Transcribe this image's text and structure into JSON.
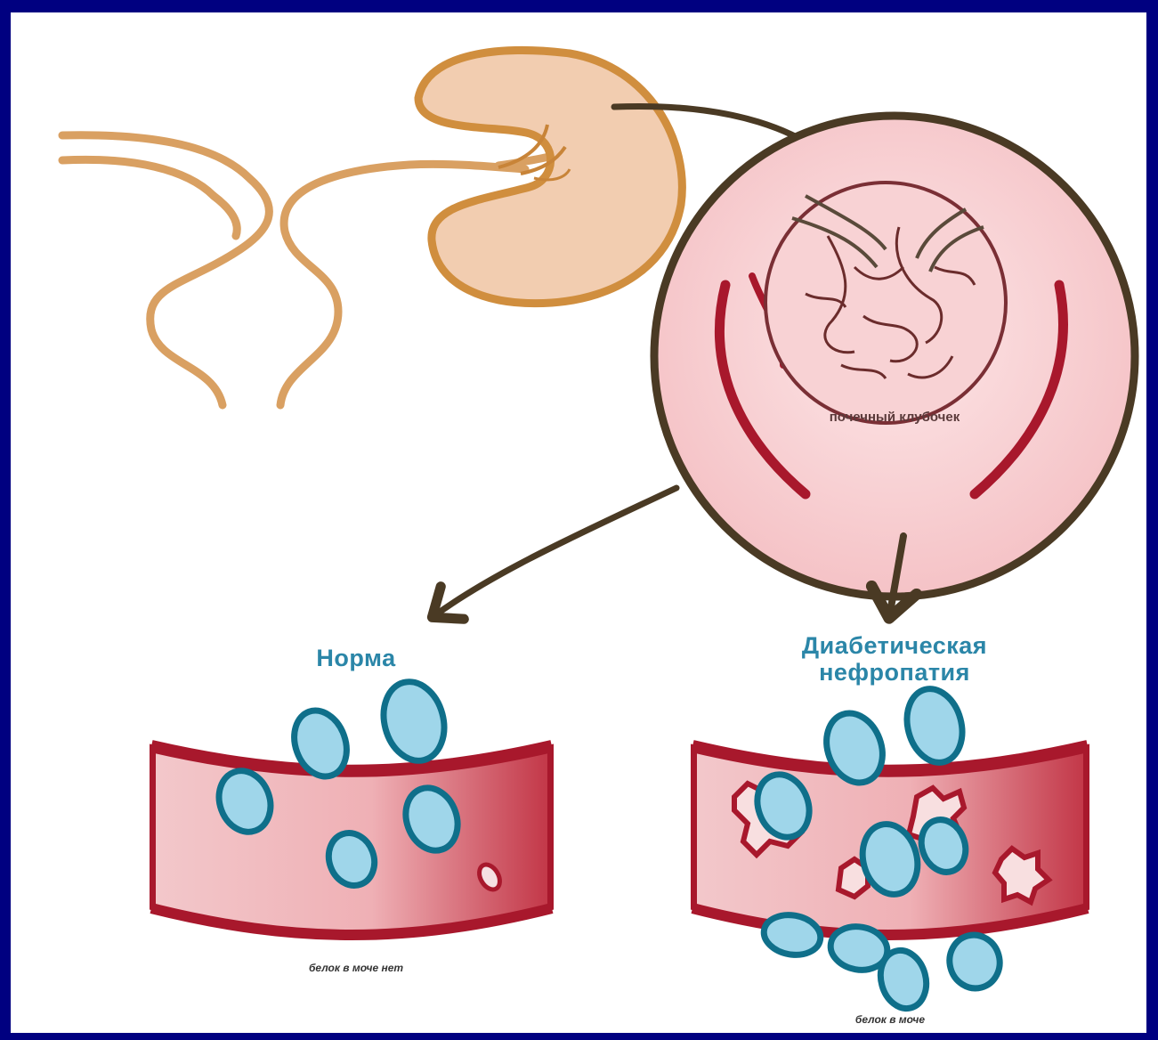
{
  "labels": {
    "glomerulus": "почечный клубочек",
    "normal": "Норма",
    "diabetic_line1": "Диабетическая",
    "diabetic_line2": "нефропатия",
    "normal_caption": "белок в моче нет",
    "diabetic_caption": "белок в моче"
  },
  "colors": {
    "background": "#000080",
    "panel": "#ffffff",
    "kidney_fill": "#f2cdb0",
    "kidney_outline": "#d08e3e",
    "arrow": "#4a3a24",
    "vessel_red": "#a8182c",
    "vessel_fill": "#f1b7bb",
    "cell_fill": "#9fd6ea",
    "cell_outline": "#0f6f8a",
    "label_blue": "#2b86a8"
  }
}
